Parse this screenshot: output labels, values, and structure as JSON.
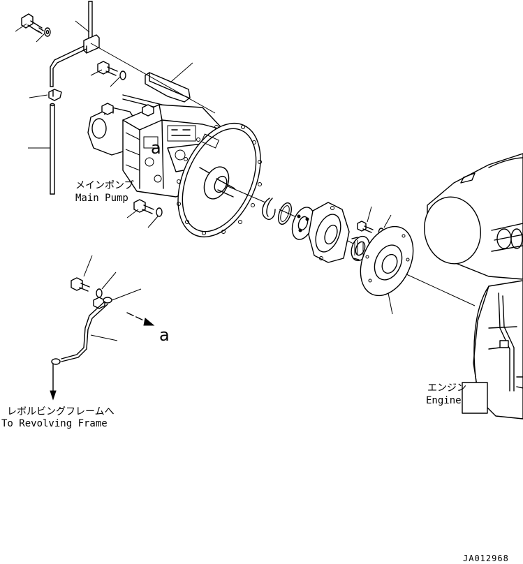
{
  "labels": {
    "main_pump_jp": "メインポンプ",
    "main_pump_en": "Main Pump",
    "engine_jp": "エンジン",
    "engine_en": "Engine",
    "revolving_jp": "レボルビングフレームへ",
    "revolving_en": "To Revolving Frame",
    "detail_a": "a"
  },
  "drawing_code": "JA012968"
}
